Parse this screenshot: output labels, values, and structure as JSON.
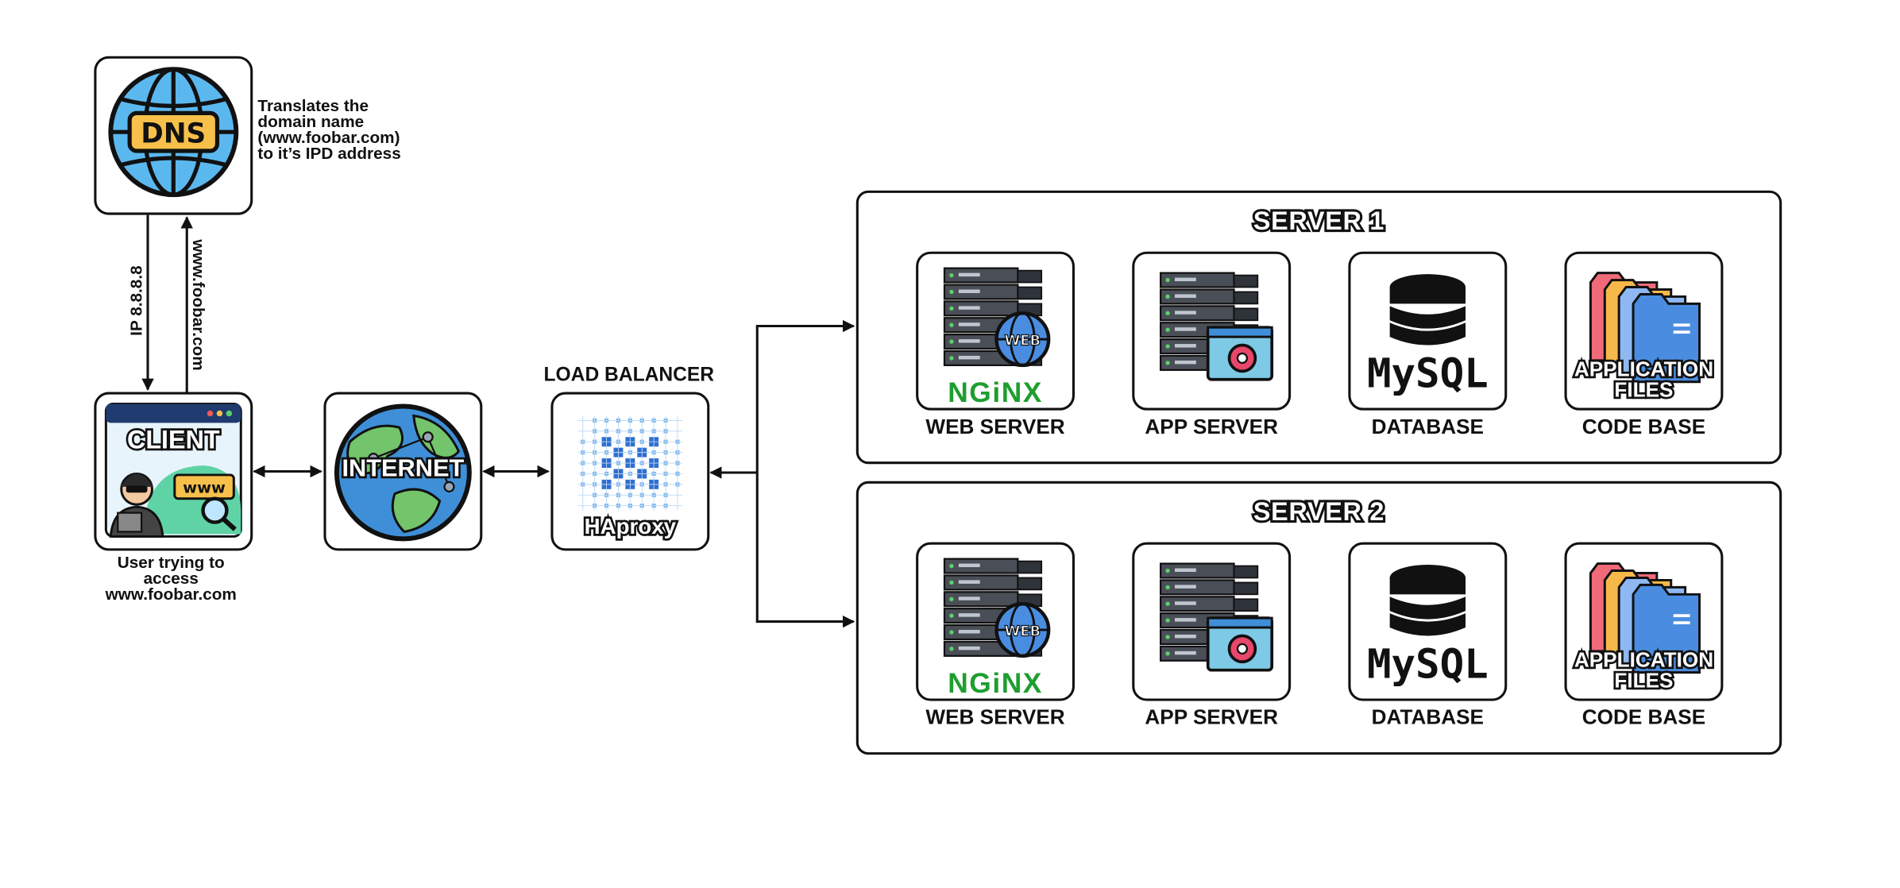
{
  "dns": {
    "badge": "DNS",
    "note": [
      "Translates the",
      "domain name",
      "(www.foobar.com)",
      "to it’s IPD address"
    ]
  },
  "arrows": {
    "ip_label": "IP 8.8.8.8",
    "domain_label": "www.foobar.com"
  },
  "client": {
    "title": "CLIENT",
    "www": "www",
    "caption": [
      "User trying to",
      "access",
      "www.foobar.com"
    ]
  },
  "internet": {
    "title": "INTERNET"
  },
  "load_balancer": {
    "label": "LOAD BALANCER",
    "name": "HAproxy"
  },
  "servers": [
    {
      "title": "SERVER 1",
      "components": [
        {
          "label": "WEB SERVER",
          "logo": "NGiNX",
          "badge": "WEB"
        },
        {
          "label": "APP SERVER"
        },
        {
          "label": "DATABASE",
          "logo": "MySQL"
        },
        {
          "label": "CODE BASE",
          "overlay": [
            "APPLICATION",
            "FILES"
          ]
        }
      ]
    },
    {
      "title": "SERVER 2",
      "components": [
        {
          "label": "WEB SERVER",
          "logo": "NGiNX",
          "badge": "WEB"
        },
        {
          "label": "APP SERVER"
        },
        {
          "label": "DATABASE",
          "logo": "MySQL"
        },
        {
          "label": "CODE BASE",
          "overlay": [
            "APPLICATION",
            "FILES"
          ]
        }
      ]
    }
  ],
  "colors": {
    "outline": "#111111",
    "globe_blue": "#4aa8e8",
    "nginx_green": "#1e9e2f",
    "folder_blue": "#4a8de0"
  },
  "icons": [
    "dns-globe-icon",
    "client-browser-icon",
    "internet-globe-icon",
    "haproxy-mesh-icon",
    "web-server-rack-icon",
    "app-server-rack-icon",
    "mysql-database-icon",
    "application-files-folder-icon"
  ]
}
